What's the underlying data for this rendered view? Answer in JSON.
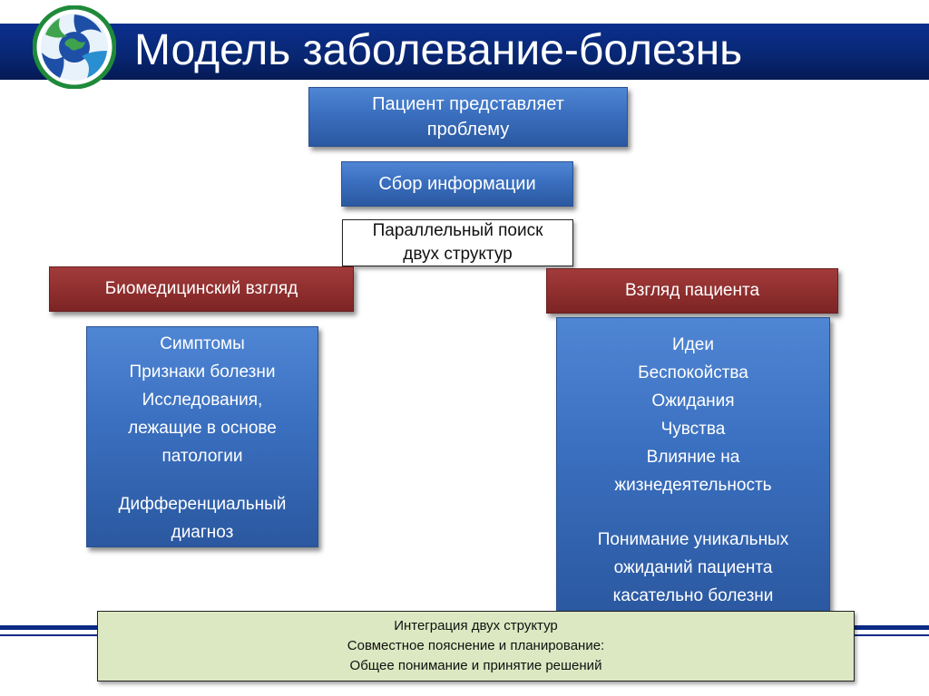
{
  "title": "Модель заболевание-болезнь",
  "colors": {
    "title_bar": "#082774",
    "blue_box": "#3a6fbf",
    "red_box": "#8f2e2e",
    "green_box": "#dbe8c2",
    "logo_ring": "#1f8a3a",
    "logo_globe": "#1e4fa6"
  },
  "logo": {
    "icon": "globe-swirl-logo"
  },
  "flow": {
    "patient_problem": [
      "Пациент представляет",
      "проблему"
    ],
    "info_gathering": "Сбор информации",
    "parallel_search": [
      "Параллельный поиск",
      "двух структур"
    ]
  },
  "biomedical": {
    "header": "Биомедицинский взгляд",
    "items": [
      "Симптомы",
      "Признаки болезни",
      "Исследования,",
      "лежащие в основе",
      "патологии"
    ],
    "items2": [
      "Дифференциальный",
      "диагноз"
    ]
  },
  "patient_view": {
    "header": "Взгляд пациента",
    "items": [
      "Идеи",
      "Беспокойства",
      "Ожидания",
      "Чувства",
      "Влияние на",
      "жизнедеятельность"
    ],
    "items2": [
      "Понимание уникальных",
      "ожиданий пациента",
      "касательно болезни"
    ]
  },
  "integration": [
    "Интеграция двух структур",
    "Совместное пояснение и планирование:",
    "Общее понимание и принятие решений"
  ]
}
